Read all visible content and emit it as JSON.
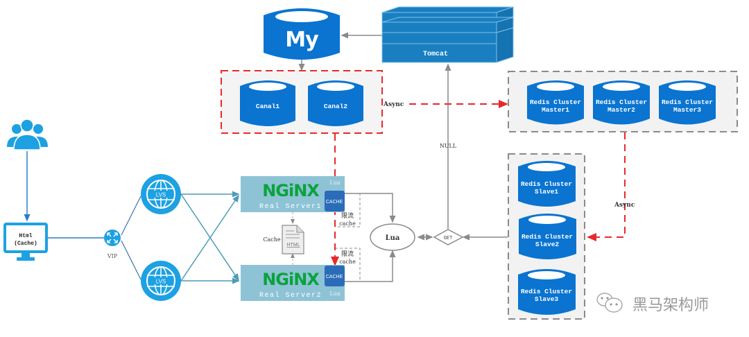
{
  "colors": {
    "db_blue": "#0a74d0",
    "tomcat_blue": "#1a7fc1",
    "nginx_box": "#8ec3d6",
    "nginx_green": "#0aa33c",
    "cache_box": "#2b6cb8",
    "icon_cyan": "#1da1e2",
    "async_red": "#e8292a",
    "line_gray": "#8a8a8a",
    "group_gray_bg": "#f2f2f2"
  },
  "nodes": {
    "users": {
      "icon": "users-icon"
    },
    "client": {
      "line1": "Html",
      "line2": "(Cache)",
      "icon": "monitor-icon"
    },
    "vip": {
      "label": "VIP",
      "icon": "router-icon"
    },
    "lvs1": {
      "label": "LVS",
      "icon": "globe-icon"
    },
    "lvs2": {
      "label": "LVS",
      "icon": "globe-icon"
    },
    "nginx1": {
      "logo": "NGiNX",
      "label": "Real Server1",
      "lua": "Lua",
      "cache": "CACHE"
    },
    "nginx2": {
      "logo": "NGiNX",
      "label": "Real Server2",
      "lua": "Lua",
      "cache": "CACHE"
    },
    "html_cache": {
      "label": "Cache",
      "doc": "HTML",
      "icon": "html-file-icon"
    },
    "limit1": {
      "line1": "限流",
      "line2": "cache"
    },
    "limit2": {
      "line1": "限流",
      "line2": "cache"
    },
    "lua": {
      "label": "Lua"
    },
    "get": {
      "label": "GET"
    },
    "mysql": {
      "label": "My",
      "icon": "mysql-database-icon"
    },
    "tomcat": {
      "label": "Tomcat"
    },
    "canal": [
      {
        "label": "Canal1"
      },
      {
        "label": "Canal2"
      }
    ],
    "redis_masters": [
      {
        "line1": "Redis Cluster",
        "line2": "Master1"
      },
      {
        "line1": "Redis Cluster",
        "line2": "Master2"
      },
      {
        "line1": "Redis Cluster",
        "line2": "Master3"
      }
    ],
    "redis_slaves": [
      {
        "line1": "Redis Cluster",
        "line2": "Slave1"
      },
      {
        "line1": "Redis Cluster",
        "line2": "Slave2"
      },
      {
        "line1": "Redis Cluster",
        "line2": "Slave3"
      }
    ]
  },
  "edges": {
    "async_canal_to_master": "Async",
    "async_master_to_slave": "Async",
    "null_label": "NULL"
  },
  "watermark": {
    "text": "黑马架构师",
    "icon": "wechat-icon"
  }
}
